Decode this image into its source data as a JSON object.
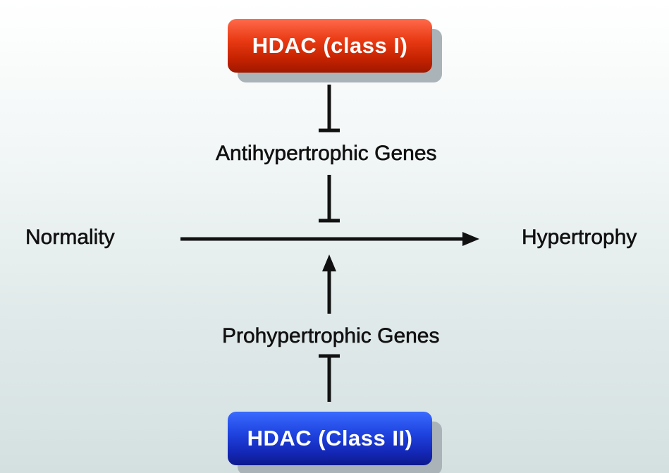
{
  "diagram": {
    "class1_box": {
      "label": "HDAC (class I)",
      "color": "#d42a05"
    },
    "class2_box": {
      "label": "HDAC (Class II)",
      "color": "#1a35cc"
    },
    "antihypertrophic_label": "Antihypertrophic Genes",
    "prohypertrophic_label": "Prohypertrophic Genes",
    "normality_label": "Normality",
    "hypertrophy_label": "Hypertrophy",
    "edges": [
      {
        "from": "HDAC (class I)",
        "to": "Antihypertrophic Genes",
        "type": "inhibition"
      },
      {
        "from": "Antihypertrophic Genes",
        "to": "Normality→Hypertrophy",
        "type": "inhibition"
      },
      {
        "from": "Normality",
        "to": "Hypertrophy",
        "type": "activation"
      },
      {
        "from": "Prohypertrophic Genes",
        "to": "Normality→Hypertrophy",
        "type": "activation"
      },
      {
        "from": "HDAC (Class II)",
        "to": "Prohypertrophic Genes",
        "type": "inhibition"
      }
    ]
  }
}
